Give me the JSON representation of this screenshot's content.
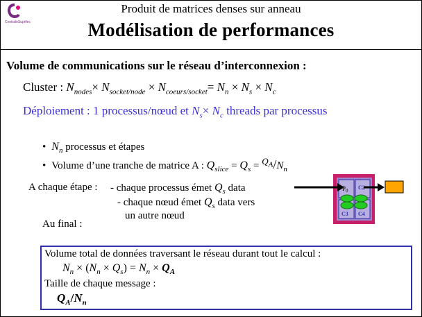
{
  "header": {
    "logo_name": "CentraleSupélec",
    "subtitle": "Produit de matrices denses sur anneau",
    "title": "Modélisation de performances"
  },
  "section": {
    "title": "Volume de communications sur le réseau d’interconnexion :"
  },
  "cluster": {
    "label": "Cluster : ",
    "n": "N",
    "nodes": "nodes",
    "times": "×",
    "socket_node": "socket/node",
    "coeurs_socket": "coeurs/socket",
    "eq": "=",
    "nn": "n",
    "ns": "s",
    "nc": "c"
  },
  "deployment": {
    "text1": "Déploiement : 1 processus/nœud et ",
    "text2": " threads par processus"
  },
  "bullets": {
    "b1": " processus et étapes",
    "b2": "Volume d’une tranche de matrice A : ",
    "q": "Q",
    "slice": "slice",
    "qa": "Q",
    "a": "A",
    "eq": "="
  },
  "step": {
    "label": "A chaque étape : ",
    "line1": "- chaque processus émet ",
    "line1_end": " data",
    "line2": "- chaque nœud émet ",
    "line2_end": " data vers",
    "line3": "un autre nœud"
  },
  "final_label": "Au final :",
  "box": {
    "line1": "Volume total de données traversant le réseau durant tout le calcul :",
    "line3": "Taille de chaque message :"
  },
  "diagram": {
    "p0": "P",
    "p0_sub": "0",
    "c2": "C2",
    "c3": "C3",
    "c4": "C4",
    "colors": {
      "node": "#c71f6a",
      "inner": "#9b86c9",
      "core": "#b9aee0",
      "thread": "#22cc22",
      "arrow_box": "#ffa500"
    }
  }
}
